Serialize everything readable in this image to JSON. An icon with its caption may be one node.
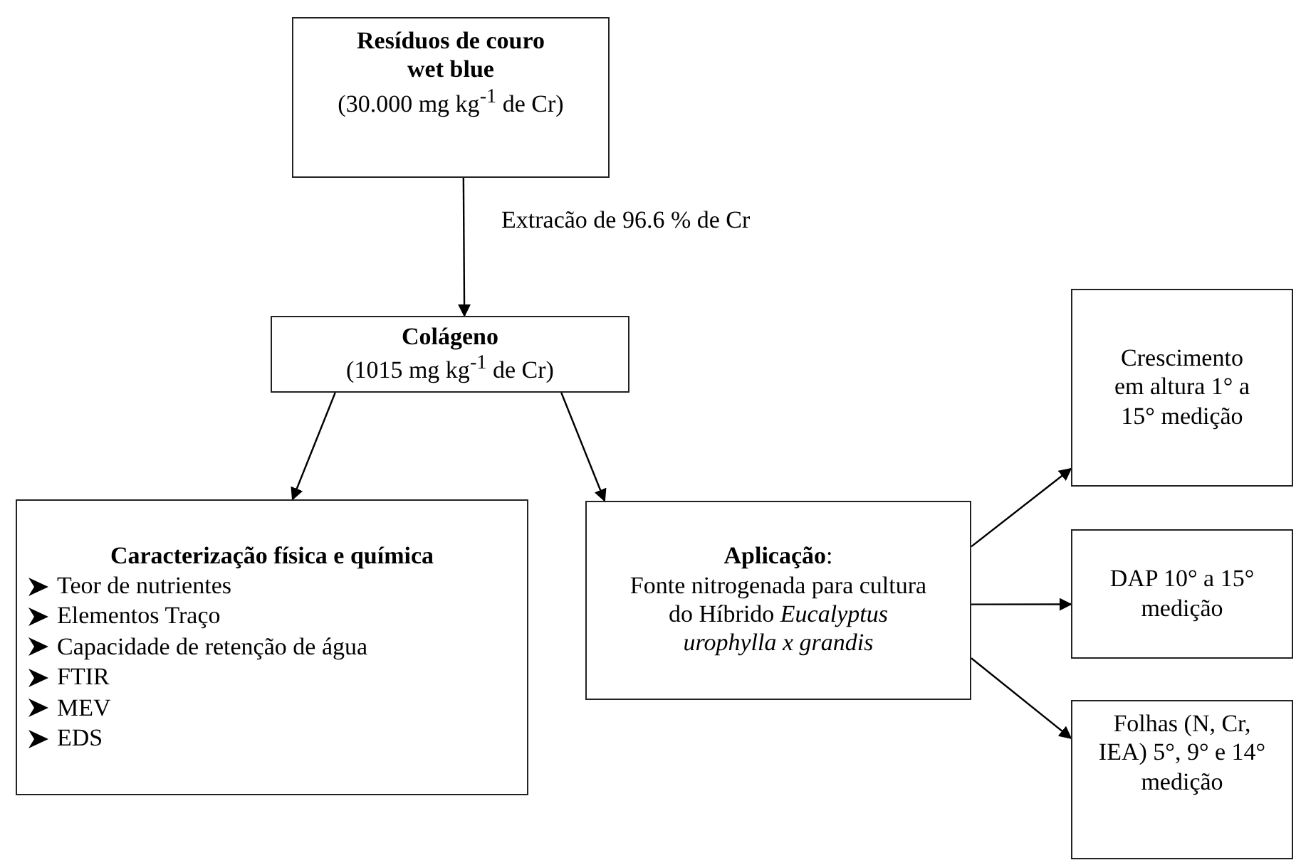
{
  "diagram": {
    "nodes": [
      {
        "text": [
          "Resíduos de couro wet blue",
          "(30.000 mg kg$^{-1}$ de Cr)"
        ]
      },
      {
        "text": [
          "Colágeno",
          "(1015 mg kg$^{-1}$ de Cr)"
        ]
      },
      {
        "text": [
          "Caracterização física e química",
          "Teor de nutrientes",
          "Elementos Traço",
          "Capacidade de retenção de água",
          "FTIR",
          "MEV",
          "EDS"
        ]
      },
      {
        "text": [
          "**Aplicação**:",
          "Fonte nitrogenada para cultura do Híbrido *Eucalyptus urophylla x grandis*"
        ]
      },
      {
        "text": [
          "Crescimento em altura 1° a 15° medição"
        ]
      },
      {
        "text": [
          "DAP 10° a 15° medição"
        ]
      },
      {
        "text": [
          "Folhas (N, Cr, IEA) 5°, 9° e 14° medição"
        ]
      }
    ],
    "edges": [
      {
        "from": 0,
        "to": 1,
        "arrow": "to",
        "label": "Extracão de 96.6 % de Cr"
      },
      {
        "from": 1,
        "to": 2,
        "arrow": "to"
      },
      {
        "from": 1,
        "to": 3,
        "arrow": "to"
      },
      {
        "from": 3,
        "to": 4,
        "arrow": "to"
      },
      {
        "from": 3,
        "to": 5,
        "arrow": "to"
      },
      {
        "from": 3,
        "to": 6,
        "arrow": "to"
      }
    ]
  }
}
